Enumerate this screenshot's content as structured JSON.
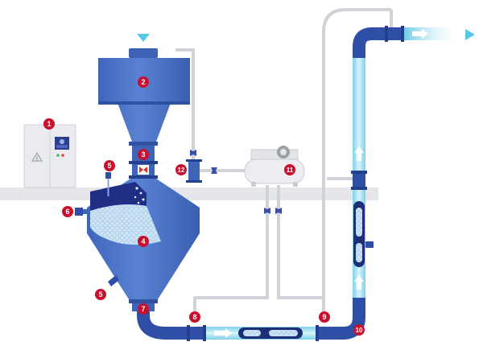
{
  "colors": {
    "vessel": "#4a74c9",
    "vessel_dark": "#2c4f9e",
    "vessel_light": "#6f92d8",
    "pipe_blue": "#2e4fa5",
    "pipe_flow": "#8fd9ee",
    "pipe_flow_light": "#c6eef8",
    "air_line": "#cfd3d8",
    "floor": "#e4e6ea",
    "cabinet": "#e9ebee",
    "badge": "#c8102e",
    "arrow_cyan": "#57c8e6",
    "plug": "#1e2f7a"
  },
  "icons": {
    "warning": "electrical-warning-icon",
    "arrow": "flow-arrow-icon"
  },
  "callouts": [
    {
      "id": "control-cabinet",
      "label": "1"
    },
    {
      "id": "hopper",
      "label": "2"
    },
    {
      "id": "inlet-valve",
      "label": "3"
    },
    {
      "id": "pressure-vessel",
      "label": "4"
    },
    {
      "id": "level-sensor-top",
      "label": "5"
    },
    {
      "id": "level-sensor-bottom",
      "label": "5"
    },
    {
      "id": "side-port",
      "label": "6"
    },
    {
      "id": "discharge-valve",
      "label": "7"
    },
    {
      "id": "pipe-joint-a",
      "label": "8"
    },
    {
      "id": "pipe-joint-b",
      "label": "9"
    },
    {
      "id": "pipe-bend",
      "label": "10"
    },
    {
      "id": "compressor",
      "label": "11"
    },
    {
      "id": "air-valve",
      "label": "12"
    }
  ]
}
